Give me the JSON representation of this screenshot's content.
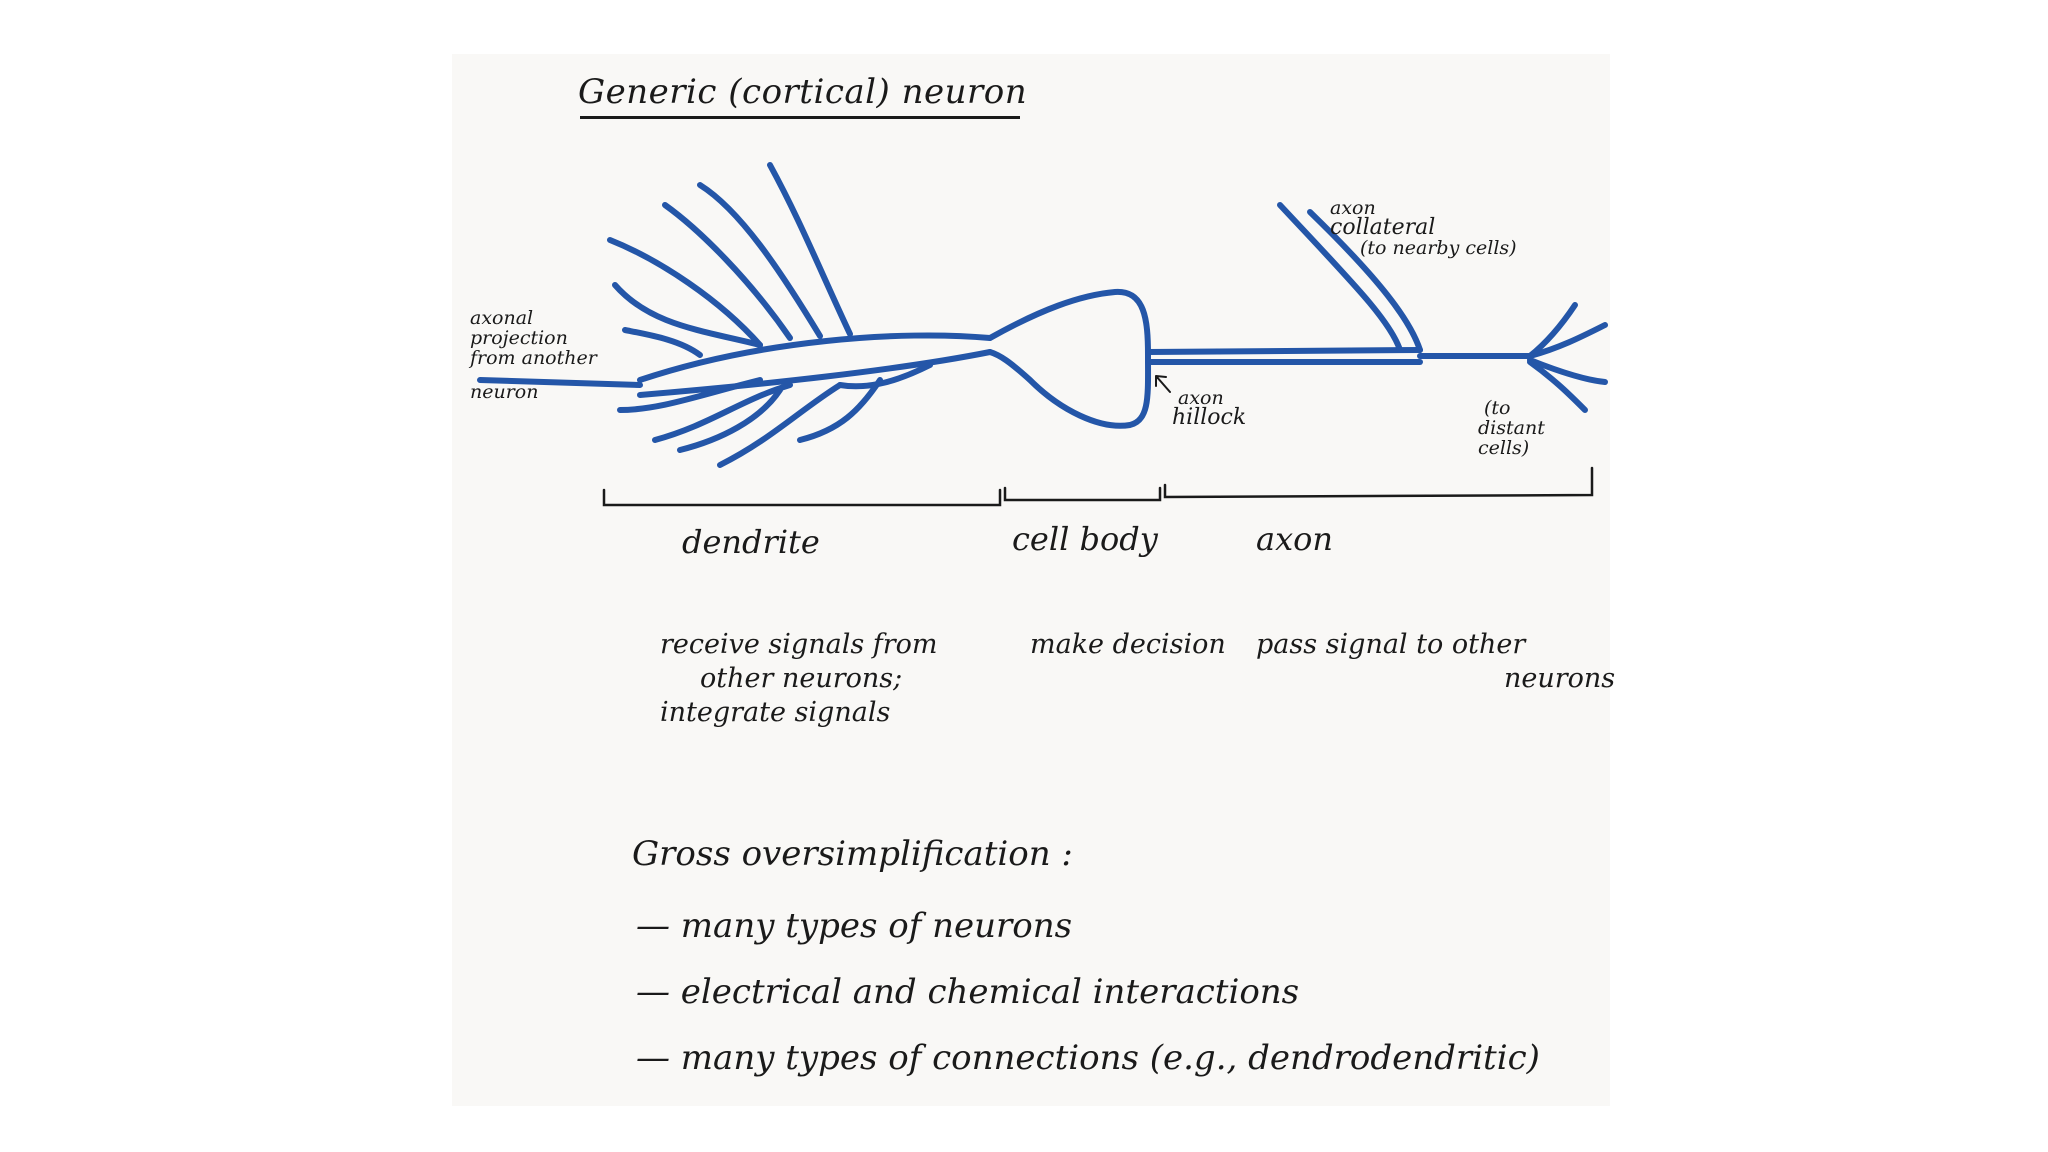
{
  "title": "Generic (cortical) neuron",
  "annotations": {
    "axonal_projection": [
      "axonal",
      "projection",
      "from another",
      "neuron"
    ],
    "axon_collateral": [
      "axon",
      "collateral",
      "(to nearby cells)"
    ],
    "axon_hillock": [
      "axon",
      "hillock"
    ],
    "to_distant_cells": [
      "(to",
      "distant",
      "cells)"
    ]
  },
  "regions": {
    "dendrite": "dendrite",
    "cell_body": "cell body",
    "axon": "axon"
  },
  "functions": {
    "dendrite": [
      "receive signals from",
      "other neurons;",
      "integrate signals"
    ],
    "cell_body": "make decision",
    "axon": [
      "pass signal to other",
      "neurons"
    ]
  },
  "notes": {
    "heading": "Gross oversimplification :",
    "items": [
      "— many types of neurons",
      "— electrical and chemical interactions",
      "— many types of connections (e.g., dendrodendritic)"
    ]
  },
  "colors": {
    "ink": "#1a1a1a",
    "neuron": "#2456a8",
    "paper": "#f9f8f6"
  }
}
